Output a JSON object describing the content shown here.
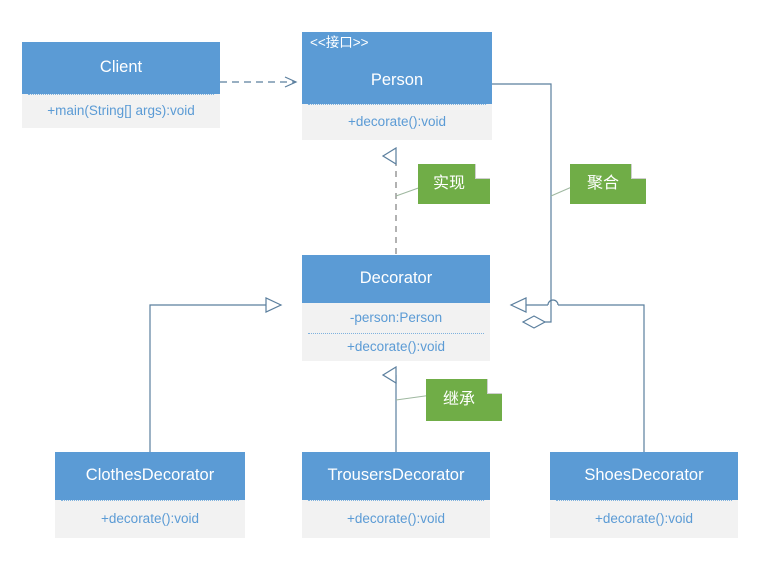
{
  "diagram": {
    "type": "uml-class-diagram",
    "title": "Decorator Pattern Class Diagram",
    "colors": {
      "header_fill": "#5b9bd5",
      "body_fill": "#f2f2f2",
      "body_text": "#5b9bd5",
      "header_text": "#ffffff",
      "note_fill": "#70ad47",
      "note_text": "#ffffff",
      "edge_stroke": "#5b7f9e",
      "canvas": "#ffffff"
    }
  },
  "classes": [
    {
      "id": "client",
      "name": "Client",
      "stereotype": "",
      "compartments": [
        {
          "lines": [
            "+main(String[] args):void"
          ]
        }
      ]
    },
    {
      "id": "person",
      "name": "Person",
      "stereotype": "<<接口>>",
      "compartments": [
        {
          "lines": [
            "+decorate():void"
          ]
        }
      ]
    },
    {
      "id": "decorator",
      "name": "Decorator",
      "stereotype": "",
      "compartments": [
        {
          "lines": [
            "-person:Person"
          ]
        },
        {
          "lines": [
            "+decorate():void"
          ]
        }
      ]
    },
    {
      "id": "clothes",
      "name": "ClothesDecorator",
      "stereotype": "",
      "compartments": [
        {
          "lines": [
            "+decorate():void"
          ]
        }
      ]
    },
    {
      "id": "trousers",
      "name": "TrousersDecorator",
      "stereotype": "",
      "compartments": [
        {
          "lines": [
            "+decorate():void"
          ]
        }
      ]
    },
    {
      "id": "shoes",
      "name": "ShoesDecorator",
      "stereotype": "",
      "compartments": [
        {
          "lines": [
            "+decorate():void"
          ]
        }
      ]
    }
  ],
  "notes": [
    {
      "id": "note-realize",
      "text": "实现",
      "describes": "Decorator implements Person"
    },
    {
      "id": "note-aggregation",
      "text": "聚合",
      "describes": "Decorator aggregates Person"
    },
    {
      "id": "note-inherit",
      "text": "继承",
      "describes": "Concrete decorators extend Decorator"
    }
  ],
  "relationships": [
    {
      "id": "rel-client-person",
      "kind": "dependency",
      "from": "Client",
      "to": "Person",
      "line": "dashed",
      "arrow": "open-arrow"
    },
    {
      "id": "rel-decorator-person",
      "kind": "realization",
      "from": "Decorator",
      "to": "Person",
      "line": "dashed",
      "arrow": "hollow-triangle"
    },
    {
      "id": "rel-aggregation",
      "kind": "aggregation",
      "from": "Decorator",
      "to": "Person",
      "line": "solid",
      "arrow": "hollow-diamond"
    },
    {
      "id": "rel-clothes",
      "kind": "inheritance",
      "from": "ClothesDecorator",
      "to": "Decorator",
      "line": "solid",
      "arrow": "hollow-triangle"
    },
    {
      "id": "rel-trousers",
      "kind": "inheritance",
      "from": "TrousersDecorator",
      "to": "Decorator",
      "line": "solid",
      "arrow": "hollow-triangle"
    },
    {
      "id": "rel-shoes",
      "kind": "inheritance",
      "from": "ShoesDecorator",
      "to": "Decorator",
      "line": "solid",
      "arrow": "hollow-triangle"
    }
  ]
}
